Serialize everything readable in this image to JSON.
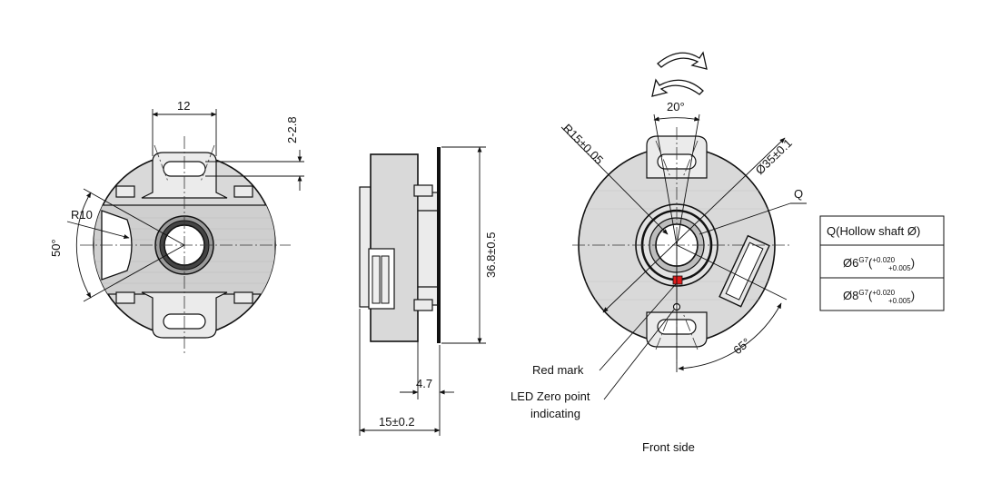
{
  "left_view": {
    "dim_width": "12",
    "dim_gap": "2-2.8",
    "dim_radius": "R10",
    "dim_angle": "50°"
  },
  "side_view": {
    "dim_height": "36.8±0.5",
    "dim_step": "4.7",
    "dim_depth": "15±0.2"
  },
  "front_view": {
    "dim_rotation": "20°",
    "dim_radius": "R15±0.05",
    "dim_diameter": "Ø35±0.1",
    "label_q": "Q",
    "dim_angle": "65°",
    "red_mark_label": "Red mark",
    "led_label_line1": "LED Zero point",
    "led_label_line2": "indicating",
    "caption": "Front side"
  },
  "shaft_table": {
    "header": "Q(Hollow shaft Ø)",
    "rows": [
      {
        "base": "Ø6",
        "fit": "G7",
        "upper": "+0.020",
        "lower": "+0.005"
      },
      {
        "base": "Ø8",
        "fit": "G7",
        "upper": "+0.020",
        "lower": "+0.005"
      }
    ]
  },
  "colors": {
    "red_mark": "#e01b1b",
    "body": "#d9d9d9"
  }
}
